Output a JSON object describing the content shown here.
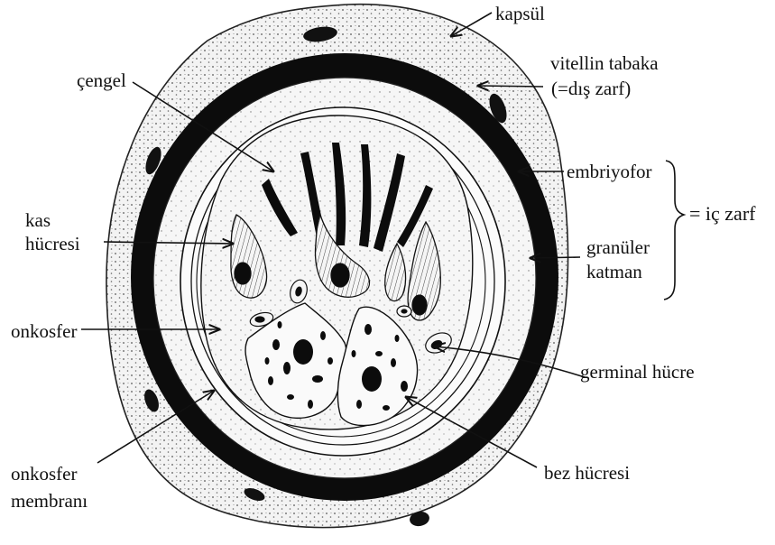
{
  "labels": {
    "kapsul": "kapsül",
    "vitellin_line1": "vitellin tabaka",
    "vitellin_line2": "(=dış zarf)",
    "cengel": "çengel",
    "embriyofor": "embriyofor",
    "ic_zarf": "= iç zarf",
    "kas_line1": "kas",
    "kas_line2": "hücresi",
    "granuler_line1": "granüler",
    "granuler_line2": "katman",
    "onkosfer": "onkosfer",
    "germinal": "germinal hücre",
    "onkosfer_membrani_line1": "onkosfer",
    "onkosfer_membrani_line2": "membranı",
    "bez": "bez hücresi"
  }
}
